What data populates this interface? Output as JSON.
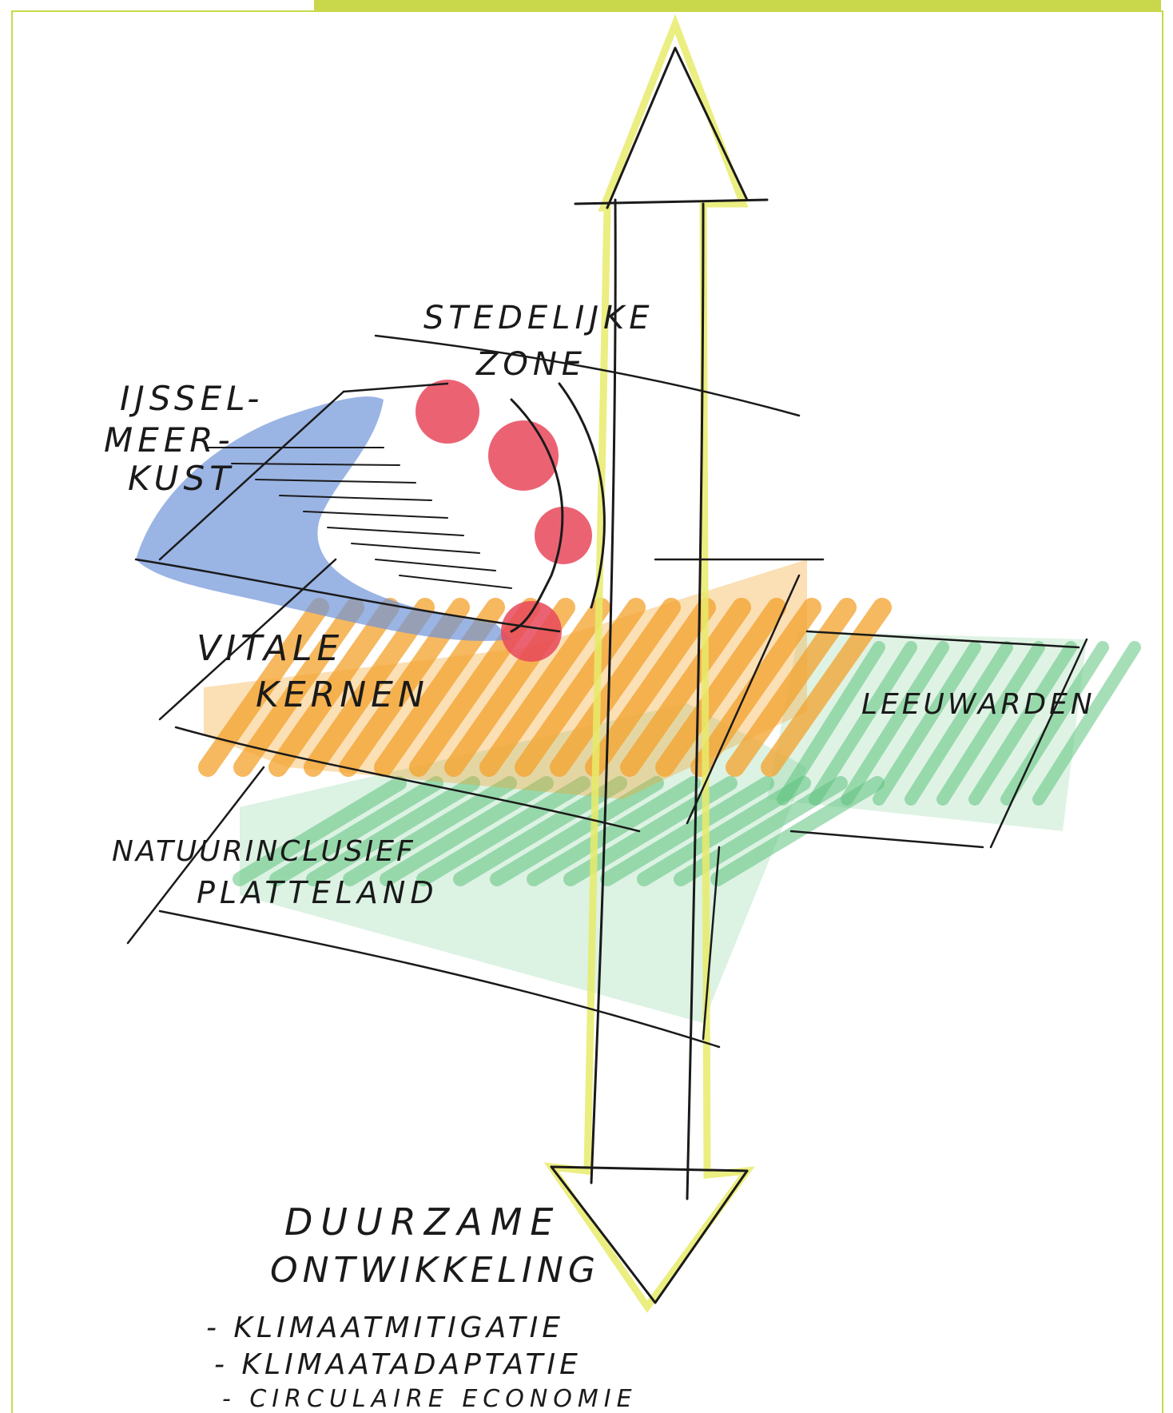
{
  "colors": {
    "frame": "#c8d84a",
    "topbar": "#c8d84a",
    "ink": "#1a1a1a",
    "blue": "#6f94d8",
    "red": "#e8485a",
    "orange": "#f4a22c",
    "green": "#5fc47f",
    "yellow": "#e8eb6a"
  },
  "labels": {
    "stedelijke_1": "STEDELIJKE",
    "stedelijke_2": "ZONE",
    "ijssel_1": "IJSSEL-",
    "ijssel_2": "MEER-",
    "ijssel_3": "KUST",
    "vitale_1": "VITALE",
    "vitale_2": "KERNEN",
    "leeuwarden": "LEEUWARDEN",
    "natuur_1": "NATUURINCLUSIEF",
    "natuur_2": "PLATTELAND",
    "duurzame_1": "DUURZAME",
    "duurzame_2": "ONTWIKKELING",
    "list": [
      "- KLIMAATMITIGATIE",
      "- KLIMAATADAPTATIE",
      "- CIRCULAIRE ECONOMIE"
    ]
  }
}
